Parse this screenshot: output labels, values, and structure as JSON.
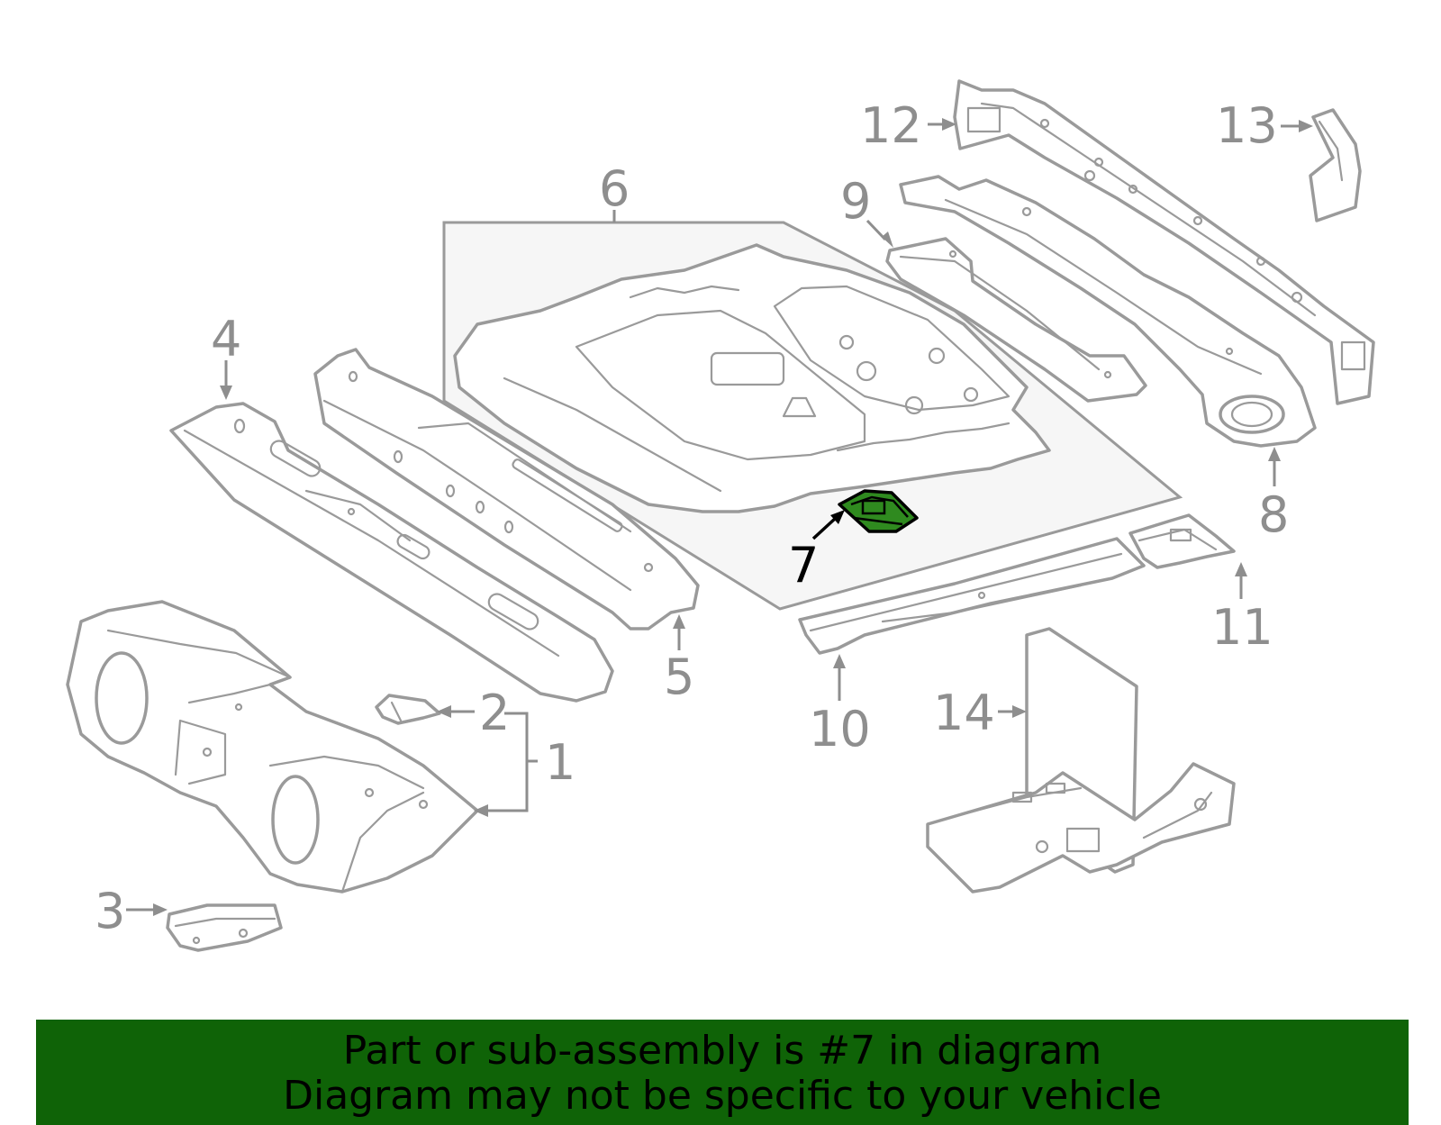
{
  "diagram": {
    "highlight_color": "#0f6307",
    "line_color": "#9a9a9a",
    "highlighted_part": "7",
    "callouts": [
      {
        "id": "c1",
        "label": "1"
      },
      {
        "id": "c2",
        "label": "2"
      },
      {
        "id": "c3",
        "label": "3"
      },
      {
        "id": "c4",
        "label": "4"
      },
      {
        "id": "c5",
        "label": "5"
      },
      {
        "id": "c6",
        "label": "6"
      },
      {
        "id": "c7",
        "label": "7"
      },
      {
        "id": "c8",
        "label": "8"
      },
      {
        "id": "c9",
        "label": "9"
      },
      {
        "id": "c10",
        "label": "10"
      },
      {
        "id": "c11",
        "label": "11"
      },
      {
        "id": "c12",
        "label": "12"
      },
      {
        "id": "c13",
        "label": "13"
      },
      {
        "id": "c14",
        "label": "14"
      }
    ]
  },
  "footer": {
    "line1": "Part or sub-assembly is #7 in diagram",
    "line2": "Diagram may not be specific to your vehicle",
    "background": "#0f6307"
  }
}
